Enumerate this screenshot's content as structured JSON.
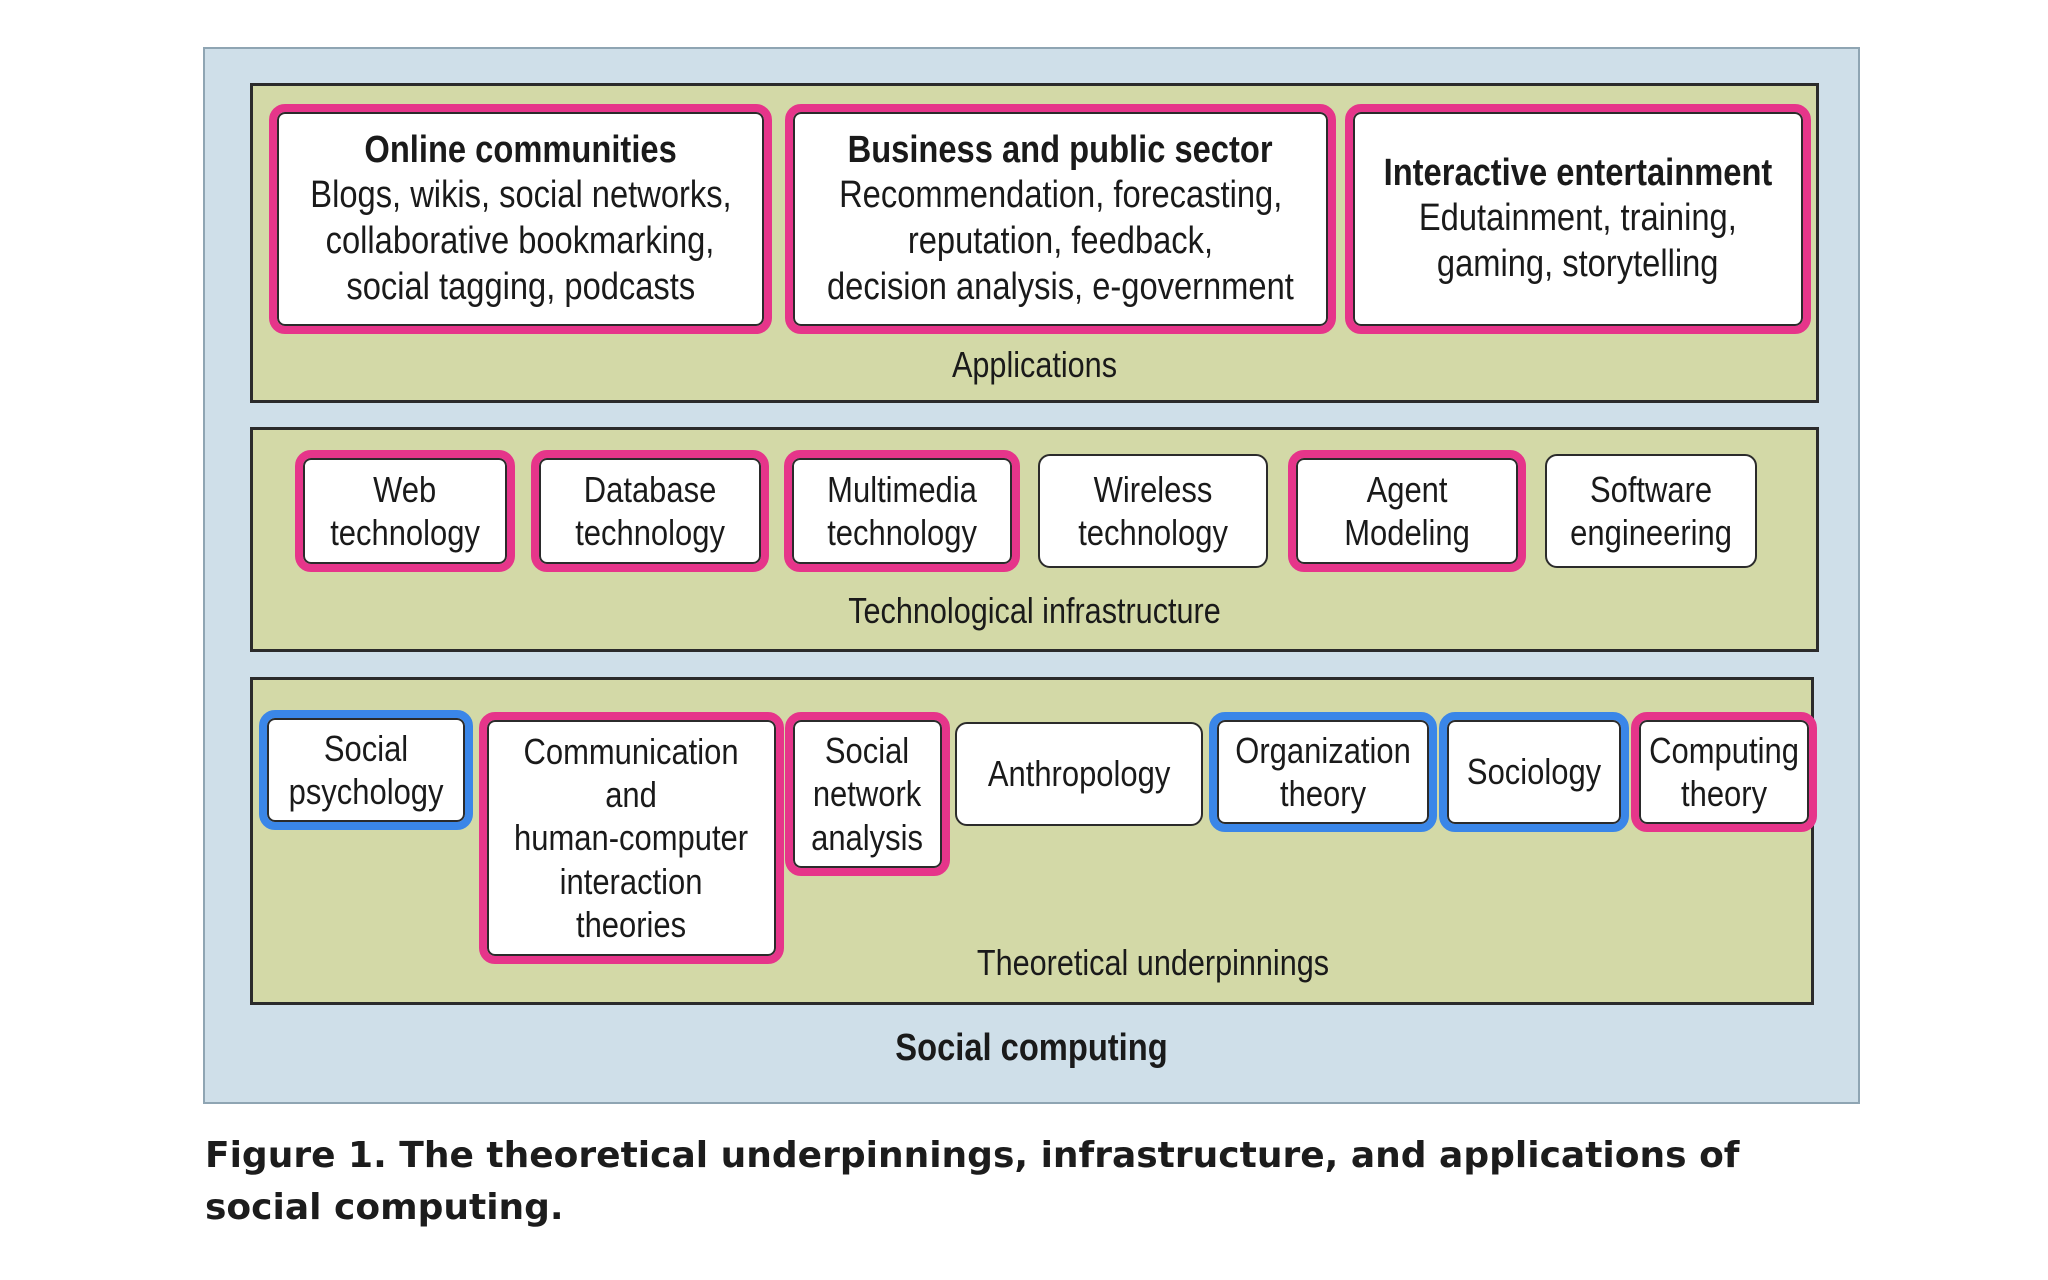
{
  "applications": {
    "label": "Applications",
    "cards": [
      {
        "title": "Online communities",
        "lines": [
          "Blogs, wikis, social networks,",
          "collaborative bookmarking,",
          "social tagging, podcasts"
        ],
        "highlight": "pink"
      },
      {
        "title": "Business and public sector",
        "lines": [
          "Recommendation, forecasting,",
          "reputation, feedback,",
          "decision analysis, e-government"
        ],
        "highlight": "pink"
      },
      {
        "title": "Interactive entertainment",
        "lines": [
          "Edutainment, training,",
          "gaming, storytelling"
        ],
        "highlight": "pink"
      }
    ]
  },
  "infrastructure": {
    "label": "Technological infrastructure",
    "cards": [
      {
        "lines": [
          "Web",
          "technology"
        ],
        "highlight": "pink"
      },
      {
        "lines": [
          "Database",
          "technology"
        ],
        "highlight": "pink"
      },
      {
        "lines": [
          "Multimedia",
          "technology"
        ],
        "highlight": "pink"
      },
      {
        "lines": [
          "Wireless",
          "technology"
        ],
        "highlight": "none"
      },
      {
        "lines": [
          "Agent",
          "Modeling"
        ],
        "highlight": "pink"
      },
      {
        "lines": [
          "Software",
          "engineering"
        ],
        "highlight": "none"
      }
    ]
  },
  "theory": {
    "label": "Theoretical underpinnings",
    "cards": [
      {
        "lines": [
          "Social",
          "psychology"
        ],
        "highlight": "blue"
      },
      {
        "lines": [
          "Communication",
          "and",
          "human-computer",
          "interaction",
          "theories"
        ],
        "highlight": "pink"
      },
      {
        "lines": [
          "Social",
          "network",
          "analysis"
        ],
        "highlight": "pink"
      },
      {
        "lines": [
          "Anthropology"
        ],
        "highlight": "none"
      },
      {
        "lines": [
          "Organization",
          "theory"
        ],
        "highlight": "blue"
      },
      {
        "lines": [
          "Sociology"
        ],
        "highlight": "blue"
      },
      {
        "lines": [
          "Computing",
          "theory"
        ],
        "highlight": "pink"
      }
    ]
  },
  "footer": "Social computing",
  "caption": "Figure 1. The theoretical underpinnings, infrastructure, and applications of social computing.",
  "colors": {
    "pink": "#e6358a",
    "blue": "#3a86e8",
    "layer": "#d3d9a7",
    "outer": "#cfdfe9"
  }
}
